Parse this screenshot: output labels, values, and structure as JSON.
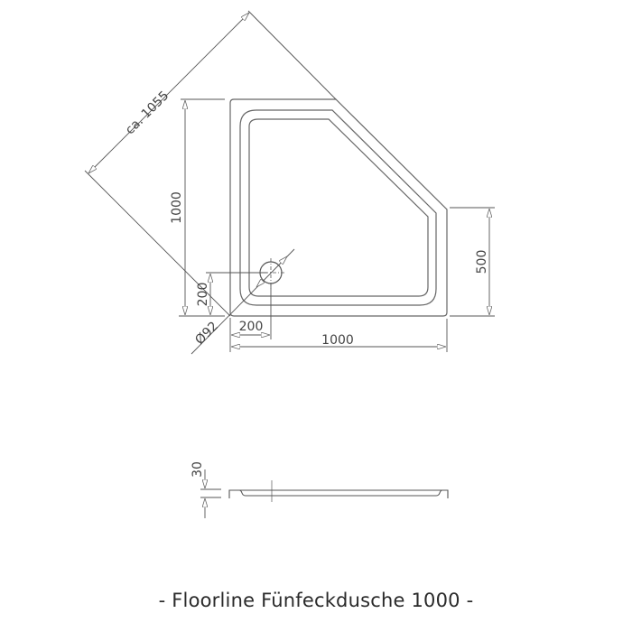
{
  "drawing": {
    "title": "- Floorline Fünfeckdusche 1000  -",
    "top_view": {
      "diagonal_dimension": "ca. 1055",
      "height_dimension": "1000",
      "width_dimension": "1000",
      "side_dimension": "500",
      "drain_offset_x": "200",
      "drain_offset_y": "200",
      "drain_diameter": "Ø92"
    },
    "side_view": {
      "thickness_dimension": "30"
    },
    "colors": {
      "line": "#555555",
      "text": "#444444"
    }
  }
}
